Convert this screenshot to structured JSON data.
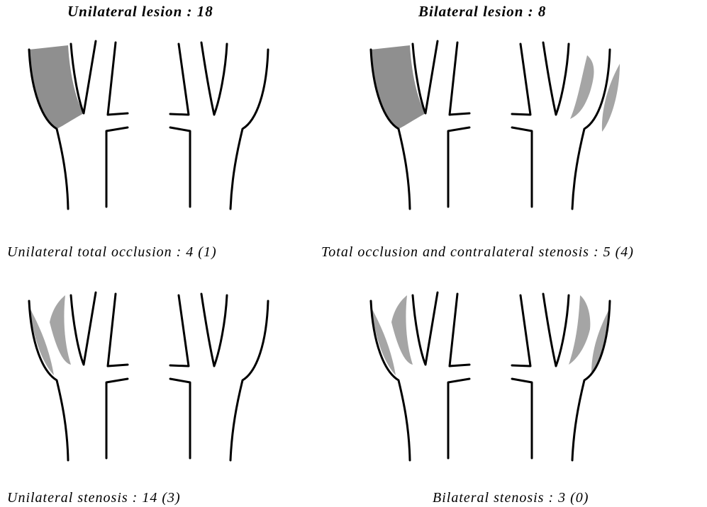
{
  "headings": {
    "unilateral": "Unilateral lesion : 18",
    "bilateral": "Bilateral lesion : 8"
  },
  "captions": {
    "unilateral_occlusion": "Unilateral total occlusion : 4 (1)",
    "occlusion_contralateral": "Total occlusion and contralateral stenosis : 5 (4)",
    "unilateral_stenosis": "Unilateral stenosis : 14 (3)",
    "bilateral_stenosis": "Bilateral stenosis : 3 (0)"
  },
  "colors": {
    "wall": "#000000",
    "plaque": "#8f8f8f",
    "background": "#ffffff"
  }
}
